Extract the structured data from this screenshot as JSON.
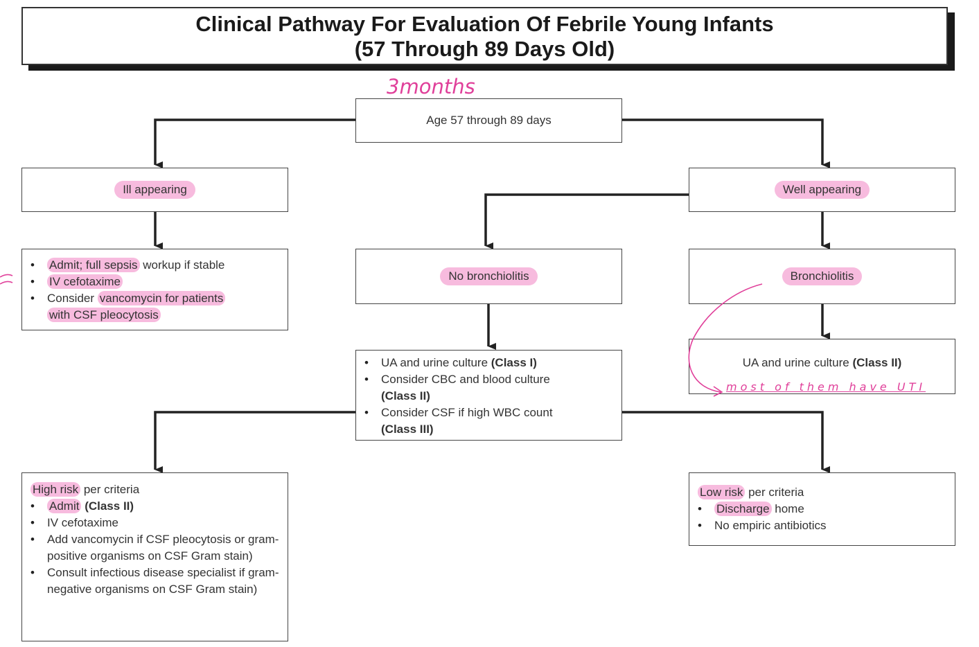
{
  "title": {
    "line1": "Clinical Pathway For Evaluation Of Febrile Young Infants",
    "line2": "(57 Through 89 Days Old)"
  },
  "nodes": {
    "age": "Age 57 through 89 days",
    "ill": "Ill appearing",
    "well": "Well appearing",
    "ill_actions": {
      "admit_hl": "Admit; full sepsis",
      "admit_rest": " workup if stable",
      "iv": "IV cefotaxime",
      "consider_pre": "Consider ",
      "consider_hl": "vancomycin for patients",
      "consider_hl2": "with CSF pleocytosis"
    },
    "no_bronch": "No bronchiolitis",
    "bronch": "Bronchiolitis",
    "workup": {
      "ua": "UA and urine culture ",
      "ua_class": "(Class I)",
      "cbc": "Consider CBC and blood culture",
      "cbc_class": "(Class II)",
      "csf": "Consider CSF if high WBC count",
      "csf_class": "(Class III)"
    },
    "bronch_ua": {
      "text": "UA and urine culture ",
      "class": "(Class II)"
    },
    "high_risk": {
      "header_hl": "High risk",
      "header_rest": " per criteria",
      "admit": "Admit",
      "admit_class": " (Class II)",
      "iv": "IV cefotaxime",
      "vanco": "Add vancomycin if CSF pleocytosis or gram-positive organisms on CSF Gram stain)",
      "consult": "Consult infectious disease specialist if gram-negative organisms on CSF Gram stain)"
    },
    "low_risk": {
      "header_hl": "Low risk",
      "header_rest": " per criteria",
      "discharge_hl": "Discharge",
      "discharge_rest": " home",
      "no_abx": "No empiric antibiotics"
    }
  },
  "handwriting": {
    "age_note": "3months",
    "uti_note": "most of them have UTI"
  },
  "colors": {
    "highlight": "#f078be",
    "ink": "#e0409a",
    "arrow": "#222222"
  }
}
